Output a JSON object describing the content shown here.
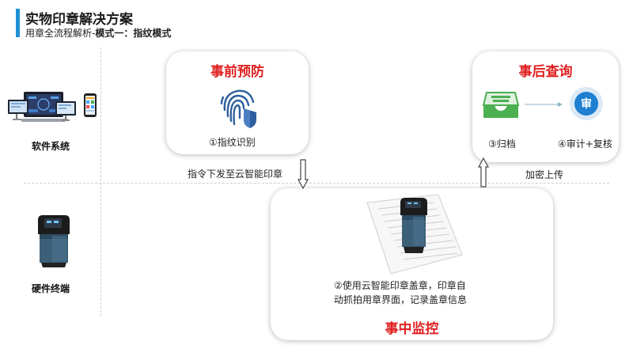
{
  "header": {
    "title": "实物印章解决方案",
    "subtitle_prefix": "用章全流程解析-",
    "subtitle_bold": "模式一：指纹模式"
  },
  "left_column": {
    "software_label": "软件系统",
    "hardware_label": "硬件终端"
  },
  "pre_card": {
    "title": "事前预防",
    "step_label": "①指纹识别",
    "icon": "fingerprint-shield-icon"
  },
  "post_card": {
    "title": "事后查询",
    "archive_label": "③归档",
    "audit_label": "④审计+复核",
    "audit_glyph": "审",
    "icons": [
      "inbox-tray-icon",
      "audit-seal-icon"
    ]
  },
  "mid_card": {
    "title": "事中监控",
    "desc_line1": "②使用云智能印章盖章，印章自",
    "desc_line2": "动抓拍用章界面，记录盖章信息",
    "icon": "smart-seal-on-document-icon"
  },
  "connectors": {
    "down_label": "指令下发至云智能印章",
    "up_label": "加密上传"
  },
  "colors": {
    "accent_bar": "#1f8fd6",
    "title_red": "#e02020",
    "fingerprint_blue": "#2e5f9e",
    "archive_green": "#4caf50",
    "audit_blue": "#1f7fd0"
  }
}
